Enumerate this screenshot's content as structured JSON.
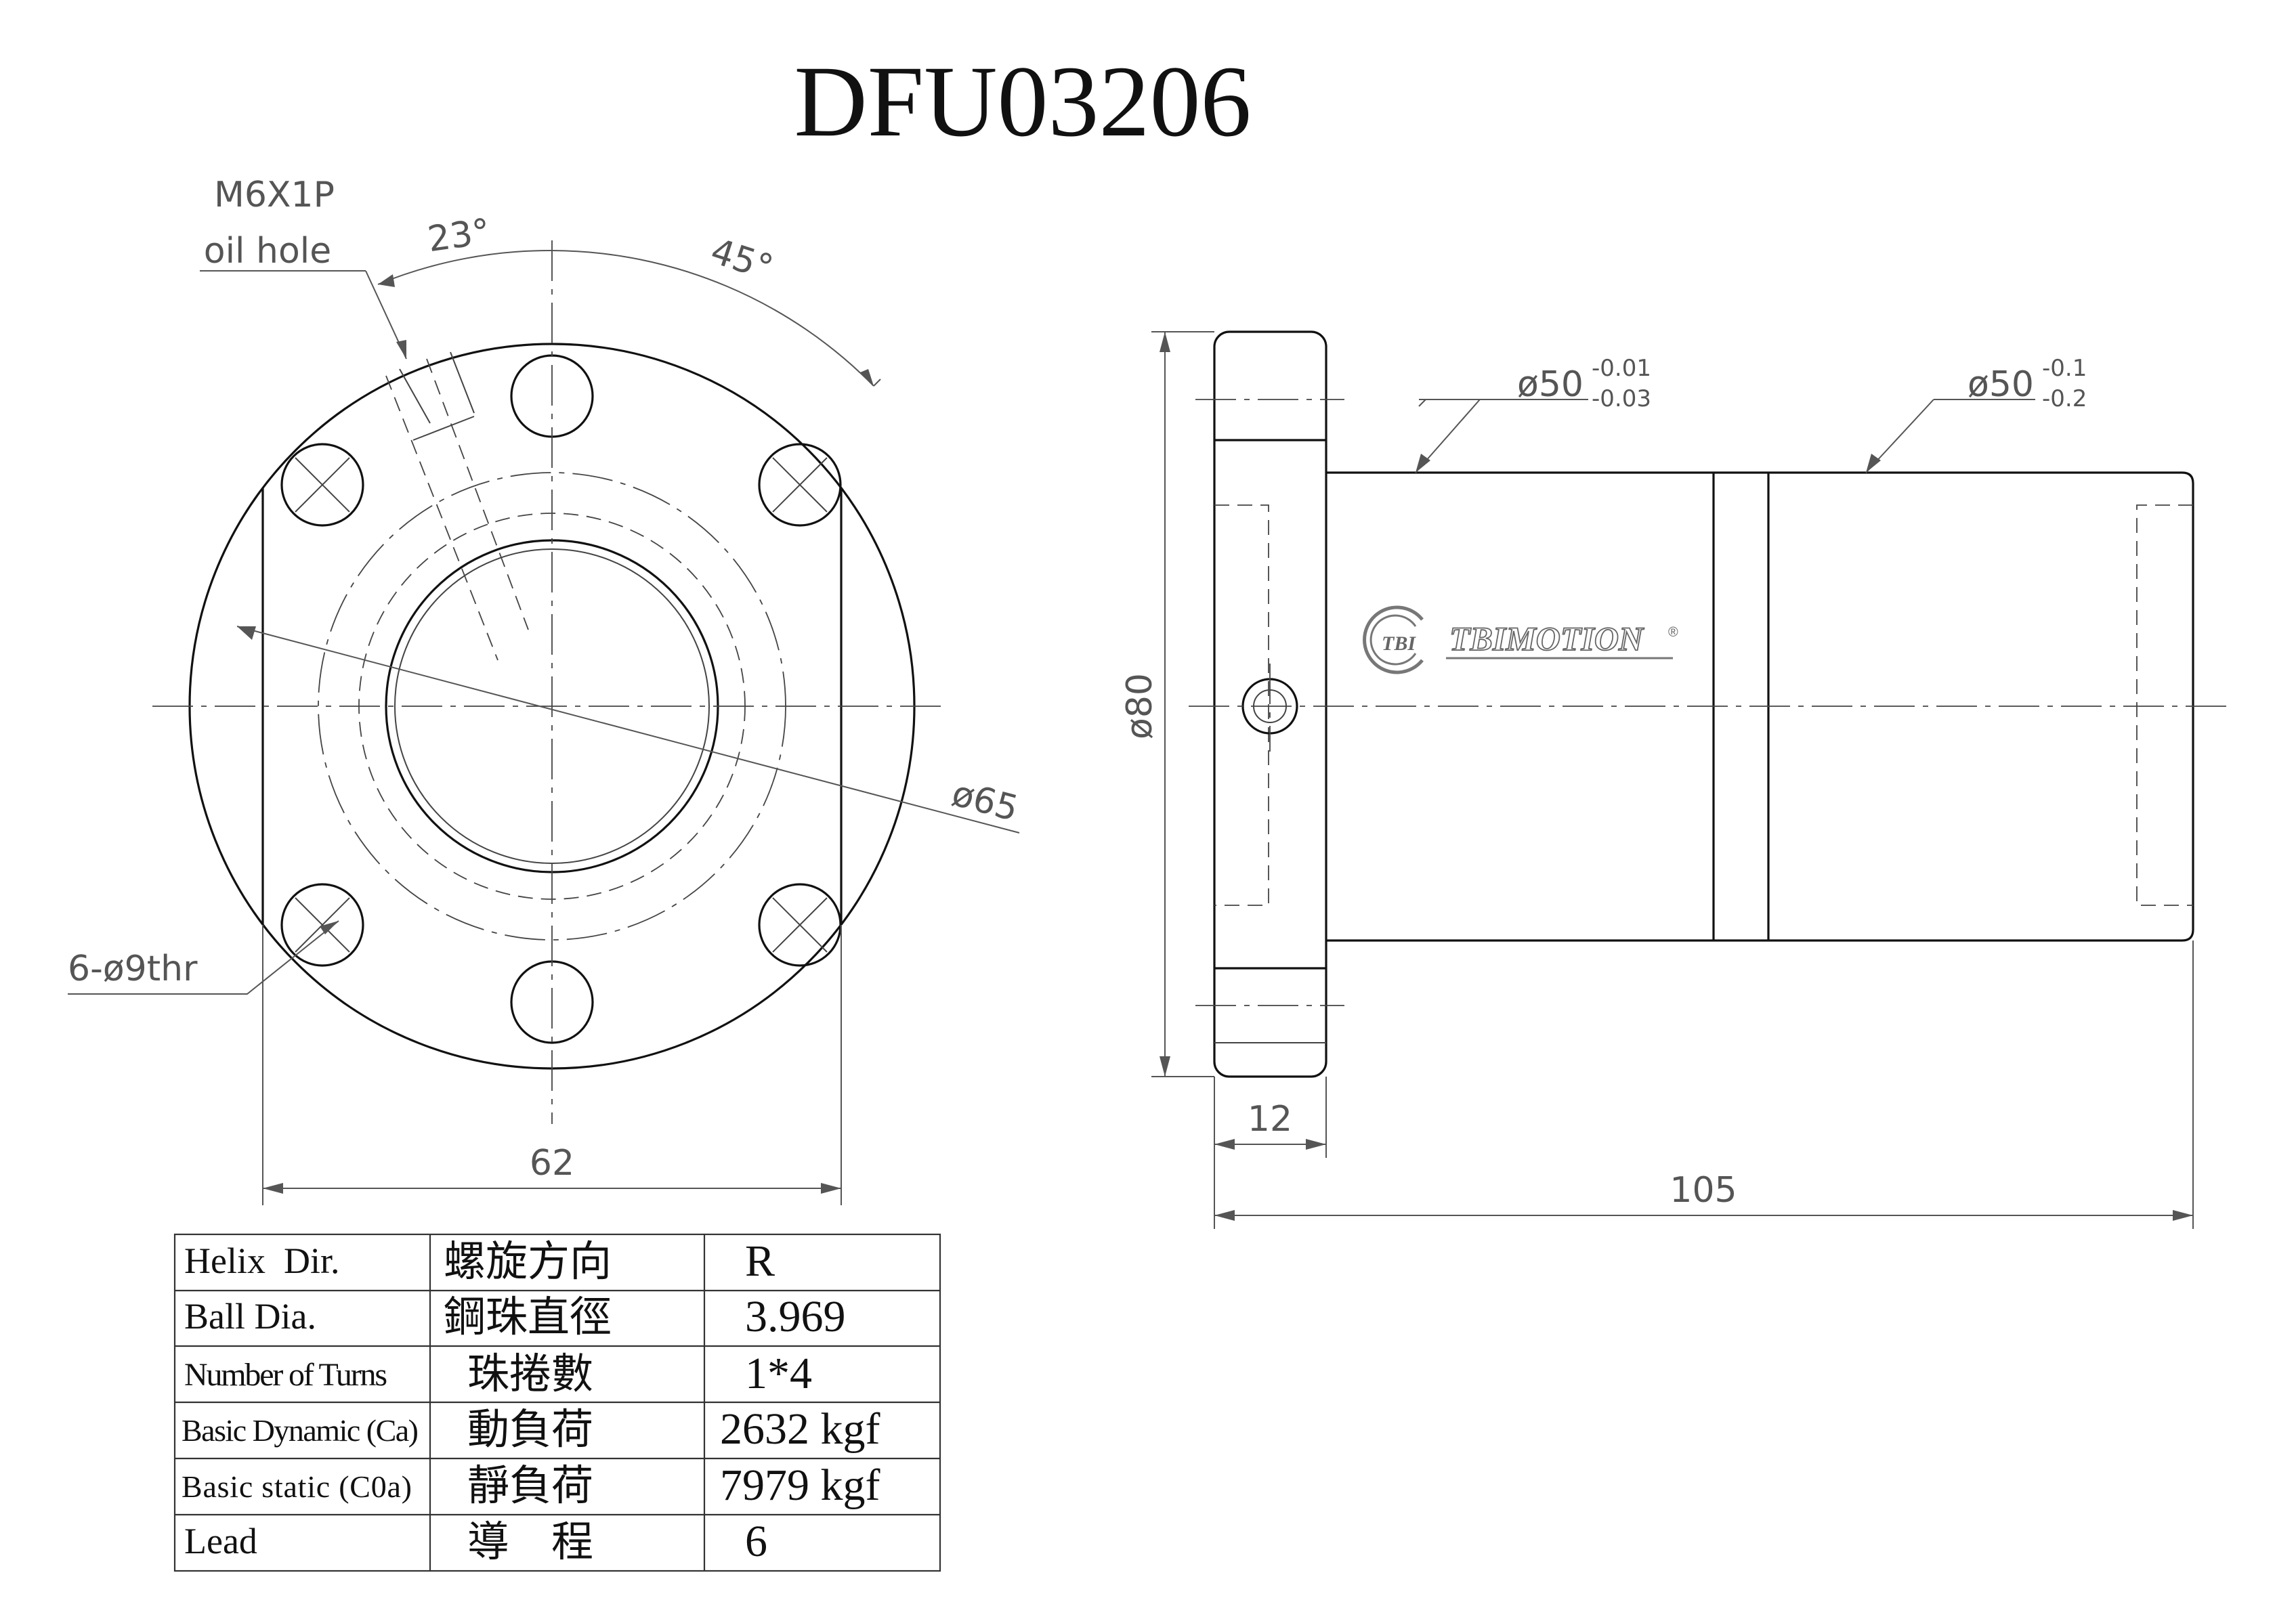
{
  "title": "DFU03206",
  "front_view": {
    "oil_hole_label": "M6X1P",
    "oil_hole_sub": "oil hole",
    "angle_oil": "23°",
    "angle_bolt": "45°",
    "pcd_label": "ø65",
    "holes_label": "6-ø9thr",
    "width_label": "62"
  },
  "side_view": {
    "diameter_flange": "ø80",
    "diameter_body_1": "ø50",
    "tol_body_1_upper": "-0.01",
    "tol_body_1_lower": "-0.03",
    "diameter_body_2": "ø50",
    "tol_body_2_upper": "-0.1",
    "tol_body_2_lower": "-0.2",
    "flange_thickness": "12",
    "total_length": "105",
    "brand": "TBIMOTION",
    "brand_mark": "TBI",
    "registered": "®"
  },
  "spec_table": [
    {
      "en": "Helix  Dir.",
      "zh": "螺旋方向",
      "value": "R"
    },
    {
      "en": "Ball Dia.",
      "zh": "鋼珠直徑",
      "value": "3.969"
    },
    {
      "en": "Number of Turns",
      "zh": "珠捲數",
      "value": "1*4"
    },
    {
      "en": "Basic Dynamic (Ca)",
      "zh": "動負荷",
      "value": "2632 kgf"
    },
    {
      "en": "Basic static (C0a)",
      "zh": "靜負荷",
      "value": "7979 kgf"
    },
    {
      "en": "Lead",
      "zh": "導　程",
      "value": "6"
    }
  ],
  "colors": {
    "line": "#111111",
    "dimension": "#555555",
    "background": "#ffffff"
  }
}
